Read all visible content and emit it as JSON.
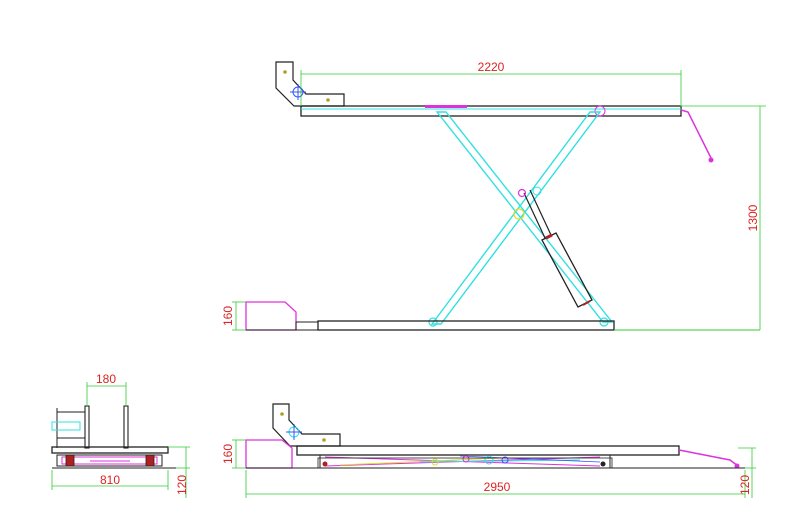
{
  "colors": {
    "dimension_line": "#33cc33",
    "dimension_text": "#dd2222",
    "scissor_arm": "#33e0e0",
    "outline": "#222222",
    "accent_magenta": "#dd33dd",
    "cylinder_red": "#b02020",
    "pivot_yellow": "#dddd33",
    "blue_mark": "#3355ff"
  },
  "side_view": {
    "dim_length": "2220",
    "dim_height": "1300",
    "dim_base": "160"
  },
  "end_view": {
    "dim_top": "180",
    "dim_width": "810",
    "dim_height": "120"
  },
  "closed_view": {
    "dim_base": "160",
    "dim_length": "2950",
    "dim_height": "120"
  }
}
